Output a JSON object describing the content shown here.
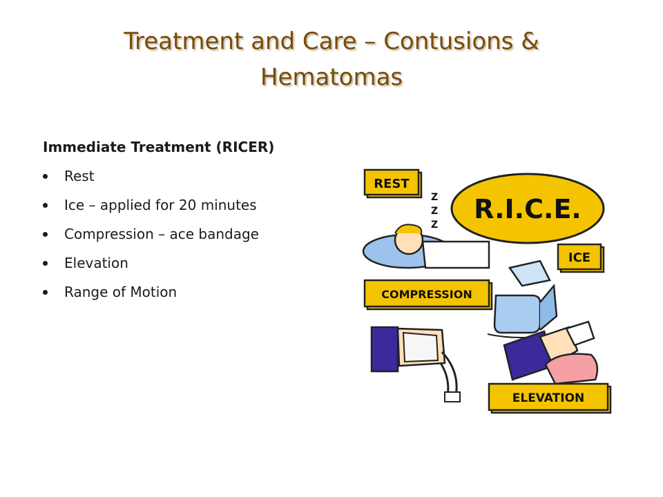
{
  "slide": {
    "title_line1": "Treatment and Care – Contusions &",
    "title_line2": "Hematomas"
  },
  "content": {
    "subheading": "Immediate Treatment (RICER)",
    "bullets": [
      "Rest",
      "Ice – applied for 20 minutes",
      "Compression – ace bandage",
      "Elevation",
      "Range of Motion"
    ]
  },
  "clipart": {
    "main_label": "R.I.C.E.",
    "rest_label": "REST",
    "ice_label": "ICE",
    "compression_label": "COMPRESSION",
    "elevation_label": "ELEVATION",
    "sleep_z": "Z"
  },
  "colors": {
    "title": "#7a4a08",
    "sign_fill": "#f5c400",
    "pillow": "#9dc3ec",
    "ice": "#a9cdf1",
    "shorts": "#3b2a9c",
    "cushion": "#f4a0a5"
  }
}
